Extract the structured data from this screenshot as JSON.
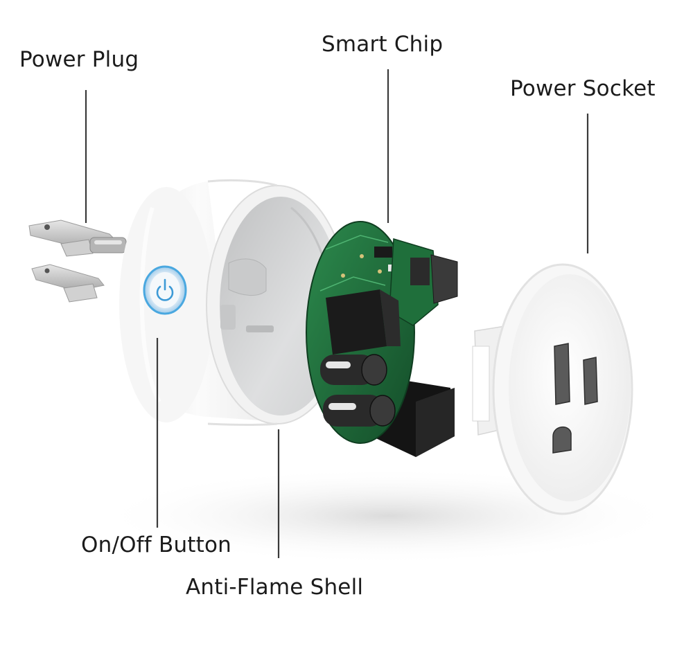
{
  "diagram": {
    "labels": {
      "power_plug": "Power Plug",
      "smart_chip": "Smart Chip",
      "power_socket": "Power Socket",
      "on_off_button": "On/Off Button",
      "anti_flame_shell": "Anti-Flame Shell"
    },
    "colors": {
      "background": "#ffffff",
      "shell": "#f3f3f3",
      "shell_inner": "#d9dadb",
      "pcb": "#1e6b3a",
      "button_ring": "#4aa8e0",
      "relay": "#1a1a1a",
      "prong": "#c8c8c8",
      "callout_line": "#3a3a3a"
    },
    "icons": {
      "power_button": "power-icon"
    }
  }
}
